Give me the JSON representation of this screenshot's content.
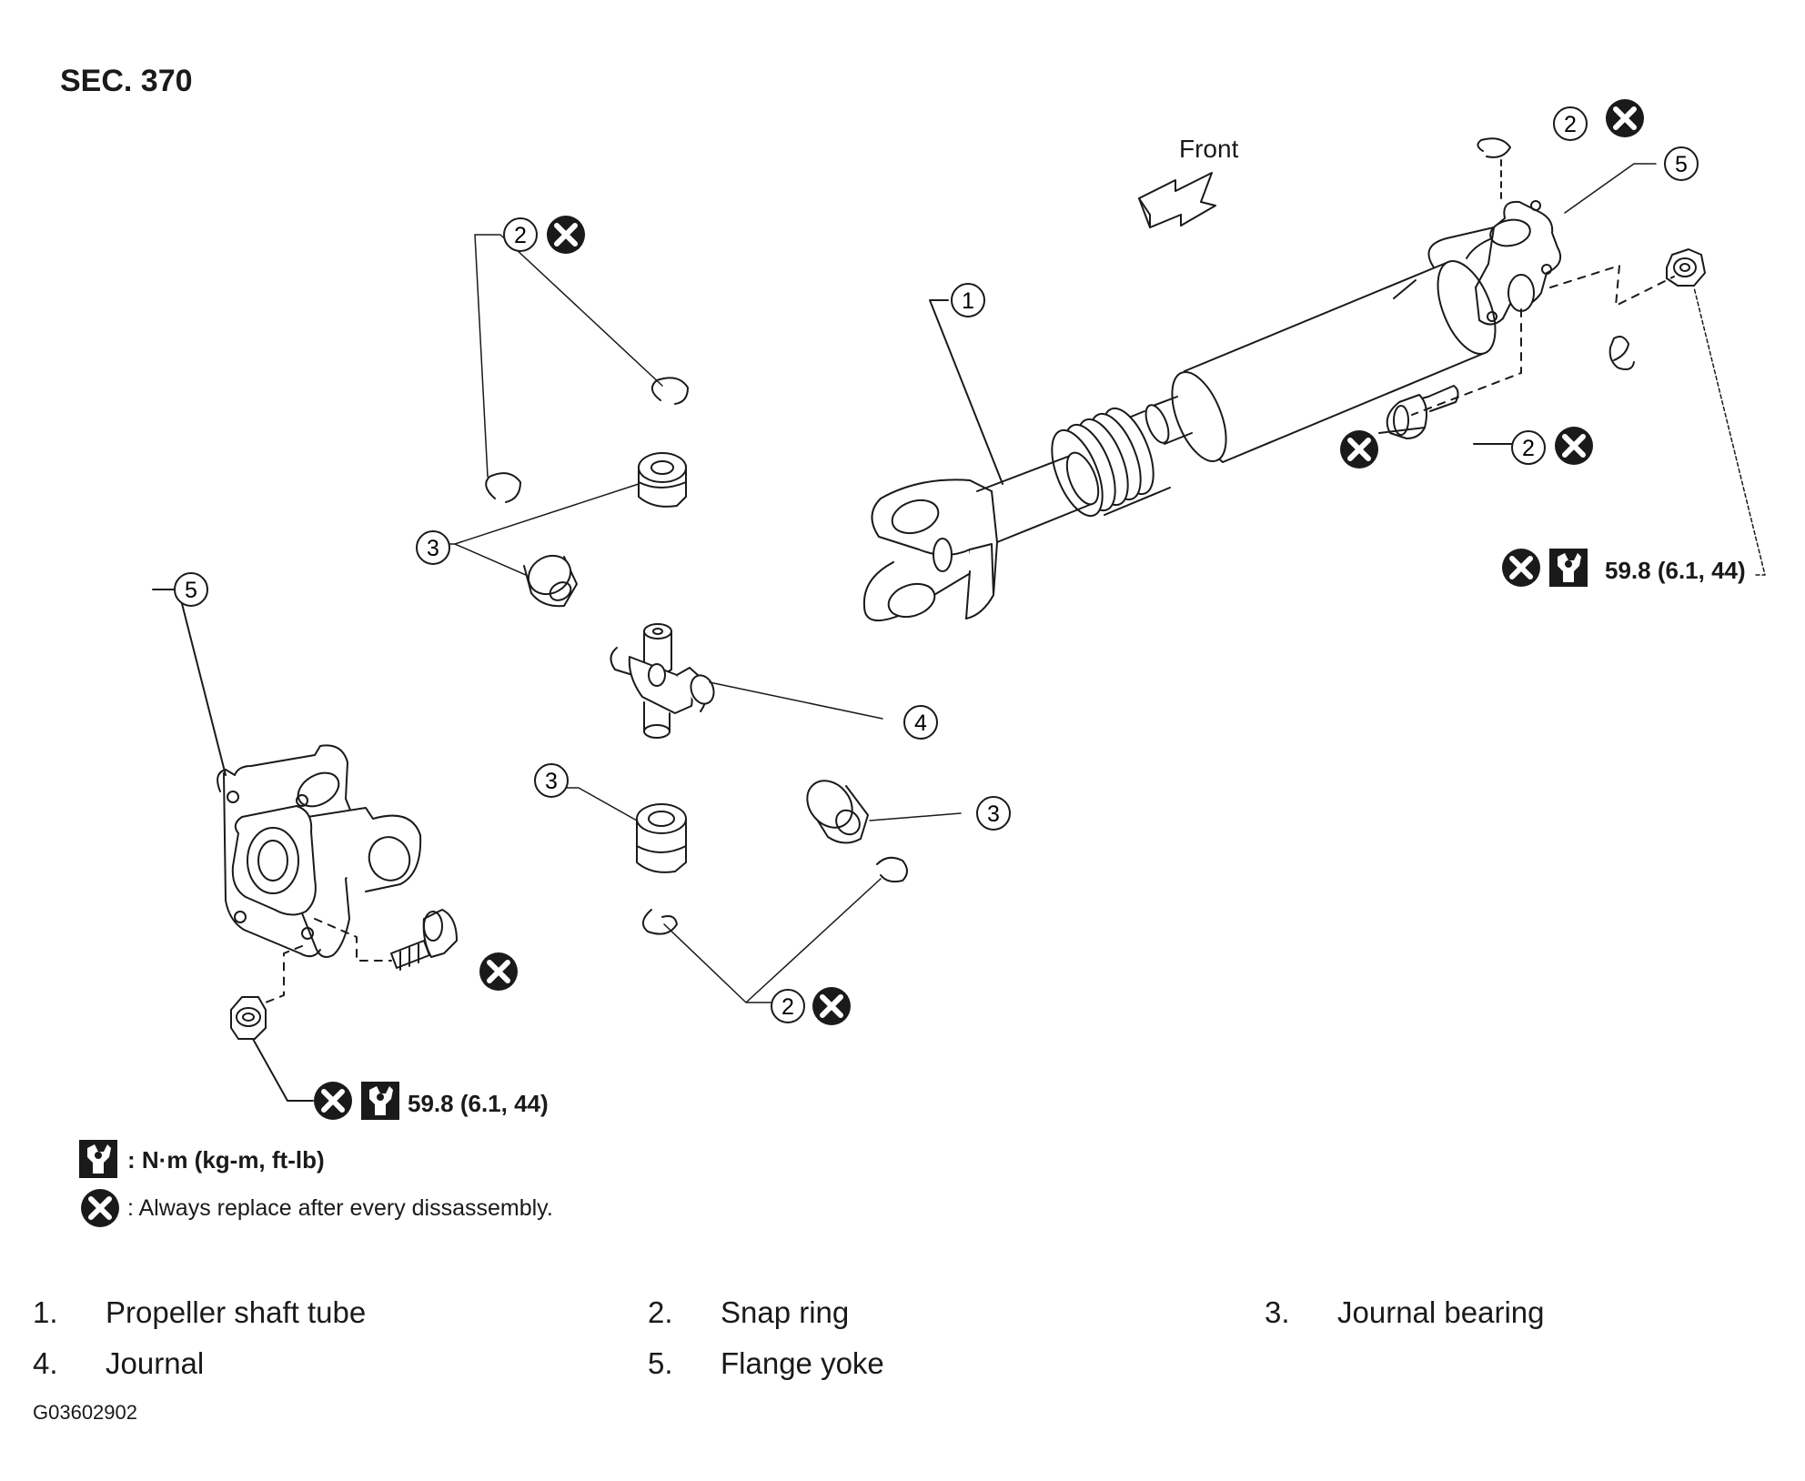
{
  "section_title": "SEC. 370",
  "front_label": "Front",
  "callout_numbers": [
    "1",
    "2",
    "3",
    "4",
    "5"
  ],
  "torque_spec": "59.8 (6.1, 44)",
  "legend": {
    "torque_unit": ": N·m (kg-m, ft-lb)",
    "replace_note": ": Always replace after every dissassembly."
  },
  "parts": [
    {
      "num": "1.",
      "name": "Propeller shaft tube"
    },
    {
      "num": "2.",
      "name": "Snap ring"
    },
    {
      "num": "3.",
      "name": "Journal bearing"
    },
    {
      "num": "4.",
      "name": "Journal"
    },
    {
      "num": "5.",
      "name": "Flange yoke"
    }
  ],
  "figure_id": "G03602902",
  "icons": [
    "replace-x-icon",
    "torque-wrench-icon"
  ],
  "colors": {
    "line": "#1a1a1a",
    "fill": "#ffffff"
  }
}
